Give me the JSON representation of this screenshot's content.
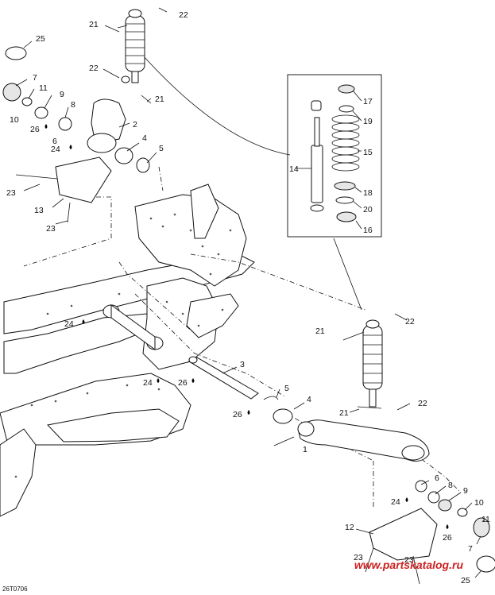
{
  "figure_id": "26T0706",
  "watermark": "www.partskatalog.ru",
  "callouts": {
    "c1": "1",
    "c2": "2",
    "c3": "3",
    "c4a": "4",
    "c4b": "4",
    "c5a": "5",
    "c5b": "5",
    "c6a": "6",
    "c6b": "6",
    "c7a": "7",
    "c7b": "7",
    "c8a": "8",
    "c8b": "8",
    "c9a": "9",
    "c9b": "9",
    "c10a": "10",
    "c10b": "10",
    "c11a": "11",
    "c11b": "11",
    "c12": "12",
    "c13": "13",
    "c14": "14",
    "c15": "15",
    "c16": "16",
    "c17": "17",
    "c18": "18",
    "c19": "19",
    "c20": "20",
    "c21a": "21",
    "c21b": "21",
    "c21c": "21",
    "c21d": "21",
    "c22a": "22",
    "c22b": "22",
    "c22c": "22",
    "c22d": "22",
    "c23a": "23",
    "c23b": "23",
    "c23c": "23",
    "c23d": "23",
    "c24a": "24",
    "c24b": "24",
    "c24c": "24",
    "c24d": "24",
    "c25a": "25",
    "c25b": "25",
    "c26a": "26",
    "c26b": "26",
    "c26c": "26",
    "c26d": "26"
  }
}
